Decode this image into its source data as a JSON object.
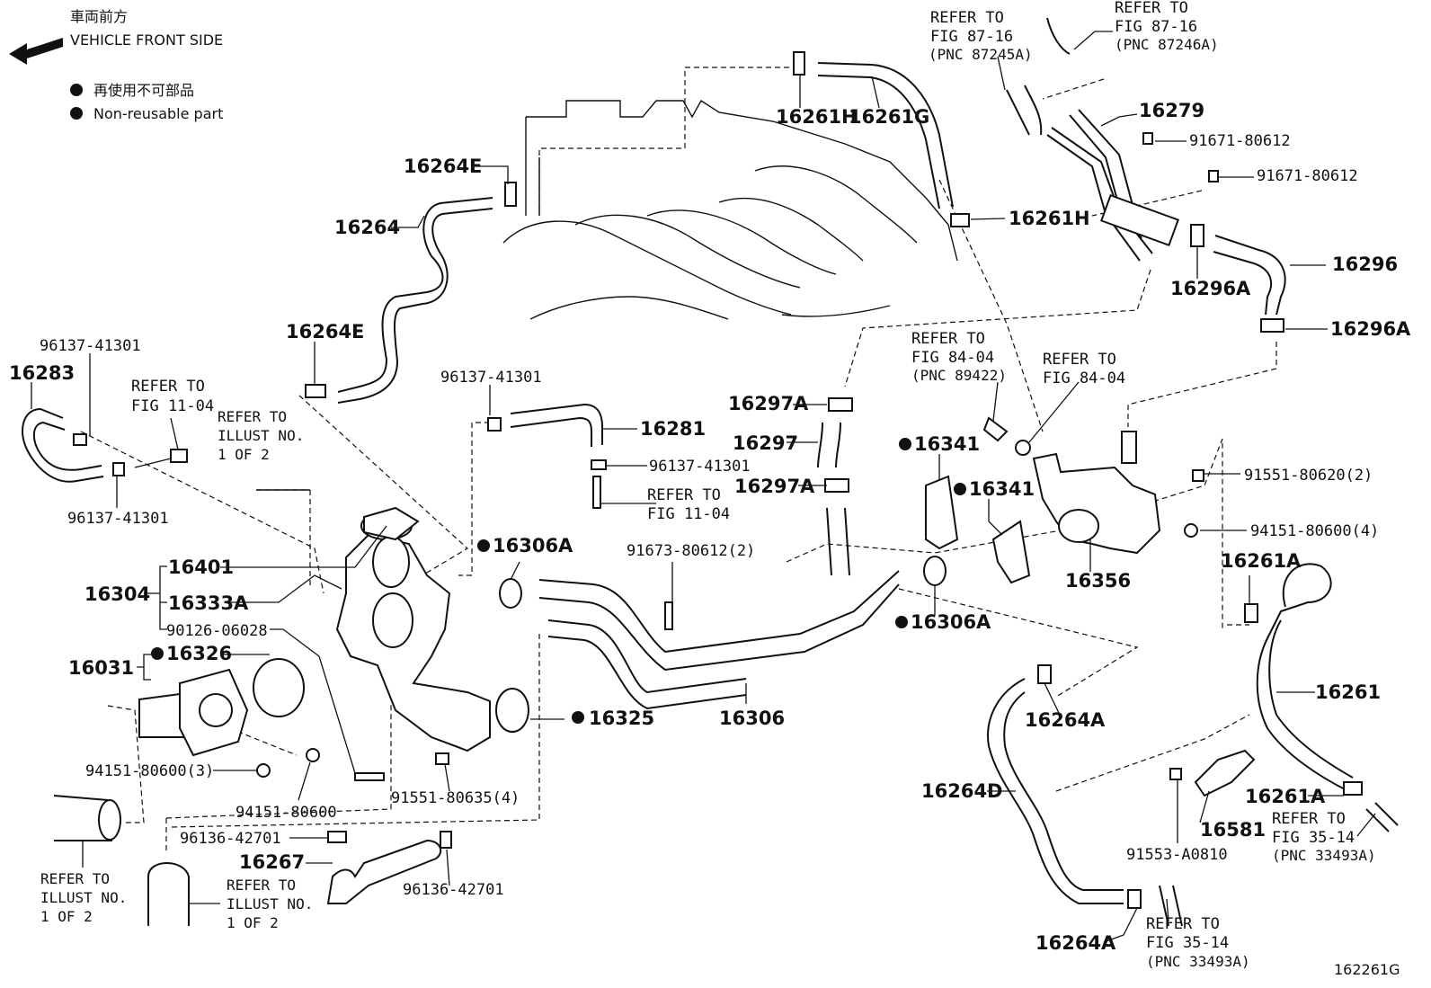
{
  "header": {
    "front_jp": "車両前方",
    "front_en": "VEHICLE FRONT SIDE",
    "legend_jp": "再使用不可部品",
    "legend_en": "Non-reusable part"
  },
  "footer": {
    "figure_code": "162261G"
  },
  "labels": {
    "p16261H_a": "16261H",
    "p16261G": "16261G",
    "p16264E_a": "16264E",
    "p16264": "16264",
    "p16264E_b": "16264E",
    "p16261H_b": "16261H",
    "p16279": "16279",
    "p91671_a": "91671-80612",
    "p91671_b": "91671-80612",
    "p16296": "16296",
    "p16296A_a": "16296A",
    "p16296A_b": "16296A",
    "p96137_a": "96137-41301",
    "p16283": "16283",
    "p96137_b": "96137-41301",
    "p96137_c": "96137-41301",
    "p16281": "16281",
    "p96137_d": "96137-41301",
    "p16297A_a": "16297A",
    "p16297": "16297",
    "p16297A_b": "16297A",
    "p16341_a": "16341",
    "p16341_b": "16341",
    "p91551_a": "91551-80620(2)",
    "p94151_a": "94151-80600(4)",
    "p16356": "16356",
    "p16261A_a": "16261A",
    "p16401": "16401",
    "p16304": "16304",
    "p16333A": "16333A",
    "p90126": "90126-06028",
    "p16306A_a": "16306A",
    "p91673": "91673-80612(2)",
    "p16306A_b": "16306A",
    "p16031": "16031",
    "p16326": "16326",
    "p16325": "16325",
    "p16306": "16306",
    "p16264A_a": "16264A",
    "p16261": "16261",
    "p94151_b": "94151-80600(3)",
    "p94151_c": "94151-80600",
    "p91551_b": "91551-80635(4)",
    "p16264D": "16264D",
    "p16261A_b": "16261A",
    "p16581": "16581",
    "p96136_a": "96136-42701",
    "p16267": "16267",
    "p96136_b": "96136-42701",
    "p91553": "91553-A0810",
    "p16264A_b": "16264A"
  },
  "refs": {
    "r1": [
      "REFER TO",
      "FIG 87-16",
      "(PNC 87245A)"
    ],
    "r2": [
      "REFER TO",
      "FIG 87-16",
      "(PNC 87246A)"
    ],
    "r3": [
      "REFER TO",
      "FIG 11-04"
    ],
    "r4": [
      "REFER TO",
      "ILLUST NO.",
      "1 OF 2"
    ],
    "r5": [
      "REFER TO",
      "FIG 11-04"
    ],
    "r6": [
      "REFER TO",
      "FIG 84-04",
      "(PNC 89422)"
    ],
    "r7": [
      "REFER TO",
      "FIG 84-04"
    ],
    "r8": [
      "REFER TO",
      "ILLUST NO.",
      "1 OF 2"
    ],
    "r9": [
      "REFER TO",
      "ILLUST NO.",
      "1 OF 2"
    ],
    "r10": [
      "REFER TO",
      "FIG 35-14",
      "(PNC 33493A)"
    ],
    "r11": [
      "REFER TO",
      "FIG 35-14",
      "(PNC 33493A)"
    ]
  }
}
